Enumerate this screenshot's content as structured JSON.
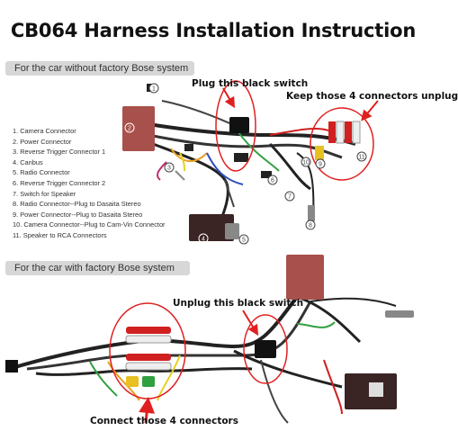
{
  "title": "CB064 Harness Installation Instruction",
  "section1": {
    "banner": "For the car without factory Bose system",
    "plug_label": "Plug this black switch",
    "keep_label": "Keep those 4 connectors unplug",
    "numbers": [
      "1",
      "2",
      "3",
      "4",
      "5",
      "6",
      "7",
      "8",
      "9",
      "10",
      "11"
    ],
    "legend": [
      "1. Camera Connector",
      "2. Power Connector",
      "3. Reverse Trigger Connector 1",
      "4. Canbus",
      "5. Radio Connector",
      "6. Reverse Trigger Connector  2",
      "7. Switch for  Speaker",
      "8. Radio Connector--Plug to Dasaita Stereo",
      "9. Power Connector--Plug to Dasaita Stereo",
      "10. Camera Connector--Plug to Cam-Vin Connector",
      "11. Speaker to RCA Connectors"
    ]
  },
  "section2": {
    "banner": "For the car with factory Bose system",
    "unplug_label": "Unplug this black switch",
    "connect_label": "Connect those 4 connectors"
  },
  "colors": {
    "highlight_red": "#e02020",
    "connector_brown": "#a8504c",
    "connector_dark": "#3a2424",
    "banner_gray": "#d7d7d7"
  }
}
